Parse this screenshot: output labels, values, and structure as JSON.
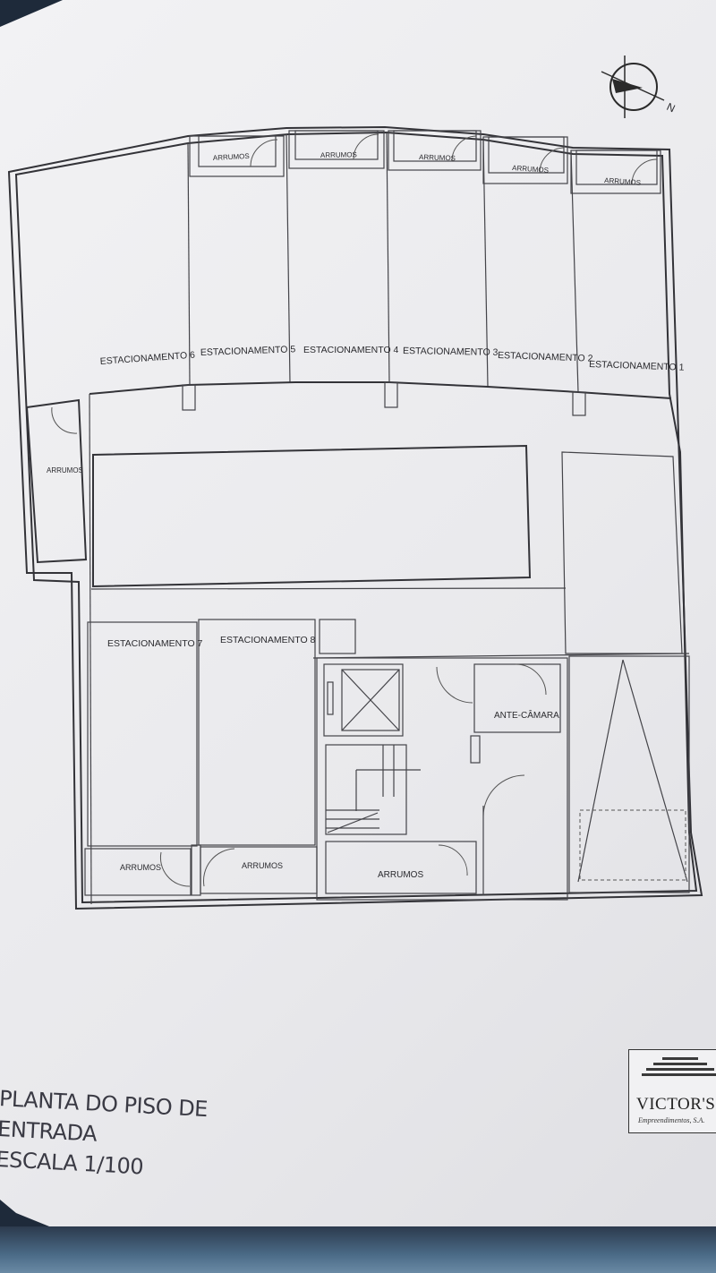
{
  "plan": {
    "parking": {
      "e6": "ESTACIONAMENTO 6",
      "e5": "ESTACIONAMENTO 5",
      "e4": "ESTACIONAMENTO 4",
      "e3": "ESTACIONAMENTO 3",
      "e2": "ESTACIONAMENTO 2",
      "e1": "ESTACIONAMENTO 1",
      "e7": "ESTACIONAMENTO 7",
      "e8": "ESTACIONAMENTO 8"
    },
    "storage_label": "ARRUMOS",
    "antechamber_label": "ANTE-CÂMARA",
    "north_label": "N"
  },
  "title_block": {
    "title": "PLANTA DO PISO DE ENTRADA",
    "scale": "ESCALA 1/100"
  },
  "logo": {
    "name": "VICTOR'S",
    "subtitle": "Empreendimentos, S.A."
  }
}
